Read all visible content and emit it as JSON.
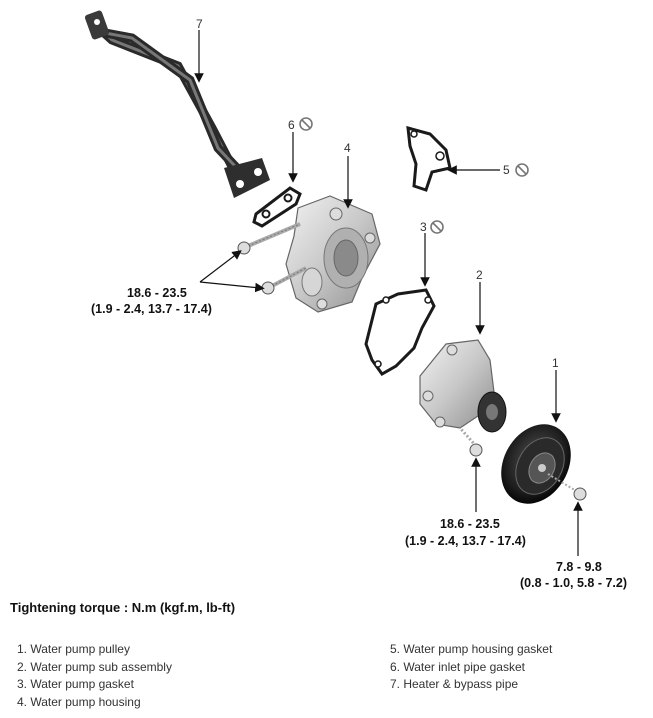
{
  "callouts": {
    "n1": "1",
    "n2": "2",
    "n3": "3",
    "n4": "4",
    "n5": "5",
    "n6": "6",
    "n7": "7"
  },
  "torque": {
    "housing_bolts_nm": "18.6 - 23.5",
    "housing_bolts_alt": "(1.9 - 2.4, 13.7 - 17.4)",
    "sub_assembly_bolt_nm": "18.6 - 23.5",
    "sub_assembly_bolt_alt": "(1.9 - 2.4, 13.7 - 17.4)",
    "pulley_bolt_nm": "7.8 - 9.8",
    "pulley_bolt_alt": "(0.8 - 1.0, 5.8 - 7.2)"
  },
  "title": "Tightening torque : N.m (kgf.m, lb-ft)",
  "legend": {
    "left": [
      "1. Water pump pulley",
      "2. Water pump sub assembly",
      "3. Water pump gasket",
      "4. Water pump housing"
    ],
    "right": [
      "5. Water pump housing gasket",
      "6. Water inlet pipe gasket",
      "7. Heater & bypass pipe"
    ]
  },
  "icons": {
    "do_not_reuse": "no-reuse-icon"
  }
}
